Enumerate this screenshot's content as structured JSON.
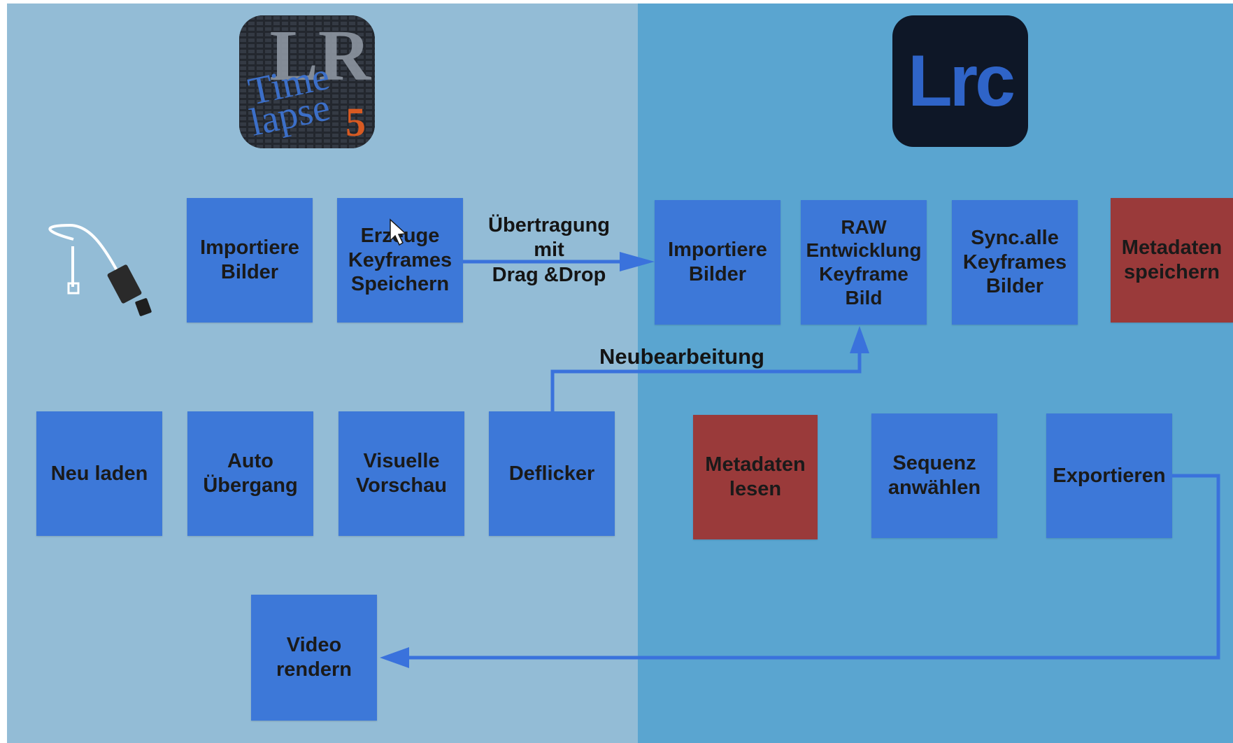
{
  "logos": {
    "timelapse": {
      "big_letters": "LR",
      "line1": "Time",
      "line2": "lapse",
      "version": "5"
    },
    "lrc": {
      "text": "Lrc"
    }
  },
  "row1_left": [
    {
      "id": "importiere-bilder-lt",
      "text": "Importiere\nBilder",
      "color": "#3d78d8"
    },
    {
      "id": "erzeuge-keyframes",
      "text": "Erzeuge\nKeyframes\nSpeichern",
      "color": "#3d78d8"
    }
  ],
  "transfer_label": "Übertragung\nmit\nDrag &Drop",
  "row1_right": [
    {
      "id": "importiere-bilder-lrc",
      "text": "Importiere\nBilder",
      "color": "#3d78d8"
    },
    {
      "id": "raw-entwicklung",
      "text": "RAW\nEntwicklung\nKeyframe\nBild",
      "color": "#3d78d8"
    },
    {
      "id": "sync-alle",
      "text": "Sync.alle\nKeyframes\nBilder",
      "color": "#3d78d8"
    },
    {
      "id": "metadaten-speichern",
      "text": "Metadaten\nspeichern",
      "color": "#9a3a3a"
    }
  ],
  "rework_label": "Neubearbeitung",
  "row2_left": [
    {
      "id": "neu-laden",
      "text": "Neu laden",
      "color": "#3d78d8"
    },
    {
      "id": "auto-uebergang",
      "text": "Auto\nÜbergang",
      "color": "#3d78d8"
    },
    {
      "id": "visuelle-vorschau",
      "text": "Visuelle\nVorschau",
      "color": "#3d78d8"
    },
    {
      "id": "deflicker",
      "text": "Deflicker",
      "color": "#3d78d8"
    }
  ],
  "row2_right": [
    {
      "id": "metadaten-lesen",
      "text": "Metadaten\nlesen",
      "color": "#9a3a3a"
    },
    {
      "id": "sequenz-anwaehlen",
      "text": "Sequenz\nanwählen",
      "color": "#3d78d8"
    },
    {
      "id": "exportieren",
      "text": "Exportieren",
      "color": "#3d78d8"
    }
  ],
  "row3": [
    {
      "id": "video-rendern",
      "text": "Video\nrendern",
      "color": "#3d78d8"
    }
  ],
  "colors": {
    "left_panel": "#93bcd6",
    "right_panel": "#5aa5d0",
    "arrow": "#3a72dc",
    "box_blue": "#3d78d8",
    "box_red": "#9a3a3a"
  }
}
